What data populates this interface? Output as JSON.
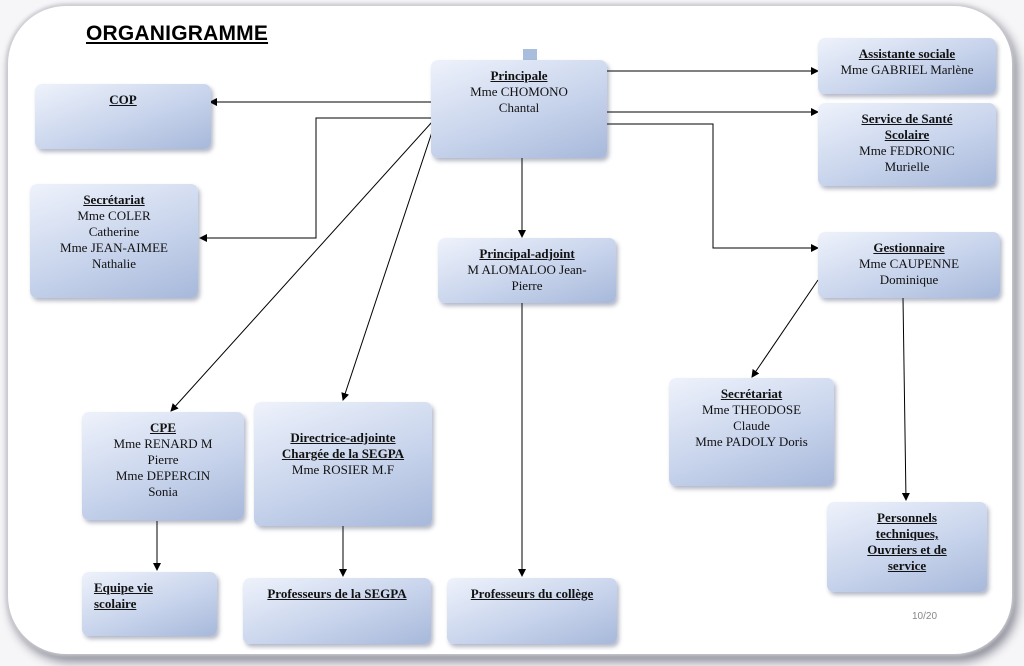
{
  "title": "ORGANIGRAMME",
  "page_number": "10/20",
  "nodes": {
    "principale": {
      "heading": "Principale",
      "lines": [
        "Mme CHOMONO",
        "Chantal"
      ]
    },
    "cop": {
      "heading": "COP",
      "lines": []
    },
    "secretariat_left": {
      "heading": "Secrétariat",
      "lines": [
        "Mme COLER",
        "Catherine",
        "Mme  JEAN-AIMEE",
        "Nathalie"
      ]
    },
    "principal_adjoint": {
      "heading": "Principal-adjoint",
      "lines": [
        "M ALOMALOO Jean-",
        "Pierre"
      ]
    },
    "assistante_sociale": {
      "heading": "Assistante sociale",
      "lines": [
        "Mme GABRIEL Marlène"
      ]
    },
    "service_sante": {
      "heading": "Service de Santé",
      "heading2": "Scolaire",
      "lines": [
        "Mme FEDRONIC",
        "Murielle"
      ]
    },
    "gestionnaire": {
      "heading": "Gestionnaire",
      "lines": [
        "Mme CAUPENNE",
        "Dominique"
      ]
    },
    "secretariat_right": {
      "heading": "Secrétariat",
      "lines": [
        "Mme THEODOSE",
        "Claude",
        "Mme PADOLY Doris"
      ]
    },
    "cpe": {
      "heading": "CPE",
      "lines": [
        "Mme RENARD M",
        "Pierre",
        "Mme DEPERCIN",
        "Sonia"
      ]
    },
    "directrice_adjointe": {
      "heading": "Directrice-adjointe",
      "heading2": "Chargée de la SEGPA",
      "lines": [
        "Mme ROSIER M.F"
      ]
    },
    "equipe_vie_scolaire": {
      "heading": "Equipe vie",
      "heading2": "scolaire",
      "lines": []
    },
    "professeurs_segpa": {
      "heading": "Professeurs de la SEGPA",
      "lines": []
    },
    "professeurs_college": {
      "heading": "Professeurs du collège",
      "lines": []
    },
    "personnels": {
      "heading": "Personnels",
      "heading2": "techniques,",
      "heading3": "Ouvriers et de",
      "heading4": "service",
      "lines": []
    }
  },
  "colors": {
    "box_light": "#eef2fb",
    "box_mid": "#c8d4ec",
    "box_dark": "#a7b8da",
    "connector": "#000000"
  }
}
